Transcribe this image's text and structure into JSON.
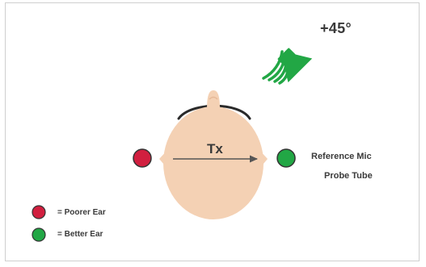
{
  "angle_label": "+45°",
  "transducer_label": "Tx",
  "right_labels": {
    "line1": "Reference Mic",
    "line2": "Probe Tube"
  },
  "legend": [
    {
      "label": "= Poorer Ear",
      "color": "#d11f3f"
    },
    {
      "label": "= Better Ear",
      "color": "#22a745"
    }
  ],
  "colors": {
    "skin": "#f4d1b4",
    "hair": "#2a2a2a",
    "speaker": "#22a745",
    "poorer_ear": "#d11f3f",
    "better_ear": "#22a745",
    "arrow": "#555555",
    "frame": "#cfcfcf"
  }
}
